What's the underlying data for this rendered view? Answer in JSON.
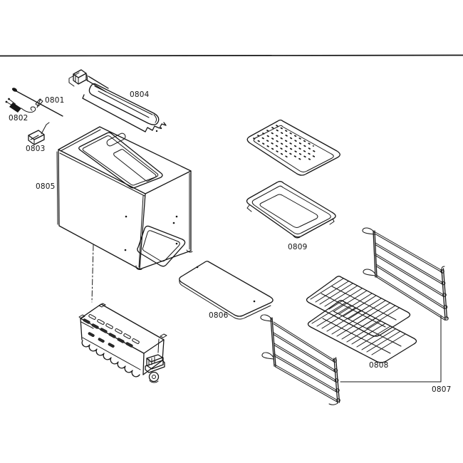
{
  "page": {
    "background_color": "#ffffff",
    "line_color": "#161616",
    "description_visible_content": "exploded oven parts diagram"
  },
  "diagram": {
    "labels": {
      "p0801": "0801",
      "p0802": "0802",
      "p0803": "0803",
      "p0804": "0804",
      "p0805": "0805",
      "p0806": "0806",
      "p0807": "0807",
      "p0808": "0808",
      "p0809": "0809"
    }
  }
}
